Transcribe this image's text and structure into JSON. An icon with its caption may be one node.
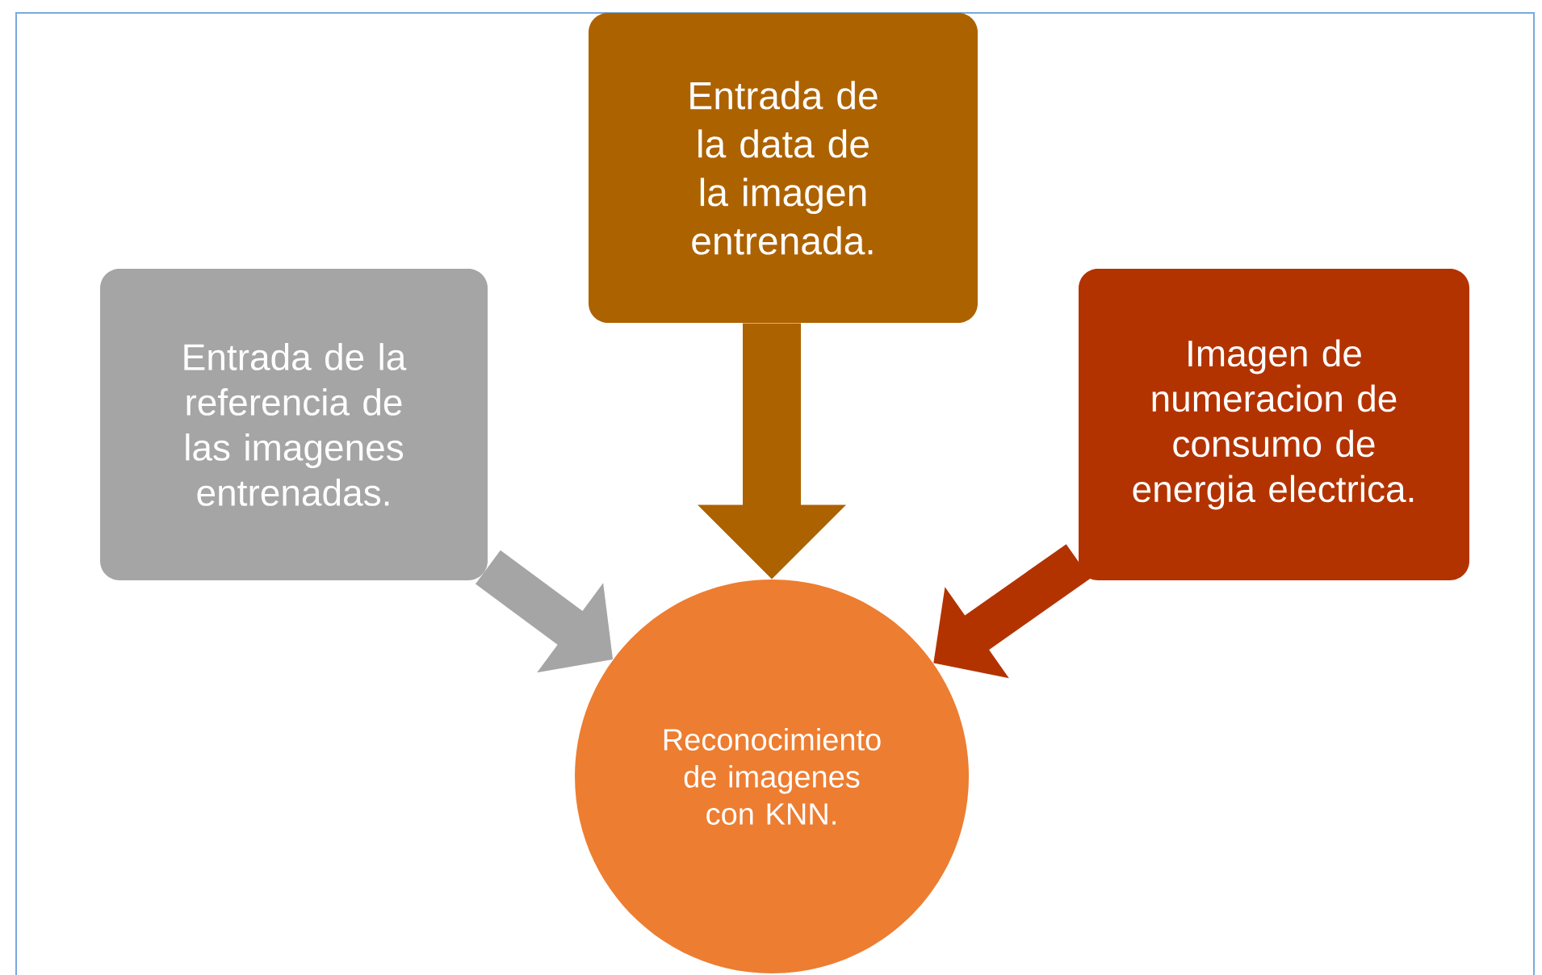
{
  "diagram": {
    "nodes": [
      {
        "text": [
          "Entrada de la referencia de las imagenes entrenadas."
        ]
      },
      {
        "text": [
          "Entrada de la data de la imagen entrenada."
        ]
      },
      {
        "text": [
          "Imagen de numeracion de consumo de energia electrica."
        ]
      },
      {
        "text": [
          "Reconocimiento de imagenes con KNN."
        ]
      }
    ],
    "edges": [
      {
        "from": 0,
        "to": 3,
        "arrow": "to",
        "color": "#a5a5a5"
      },
      {
        "from": 1,
        "to": 3,
        "arrow": "to",
        "color": "#ad6200"
      },
      {
        "from": 2,
        "to": 3,
        "arrow": "to",
        "color": "#b33300"
      }
    ]
  }
}
